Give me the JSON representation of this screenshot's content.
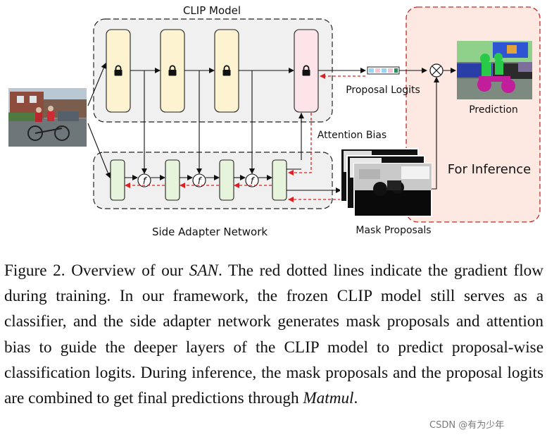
{
  "diagram": {
    "clip_model_label": "CLIP Model",
    "side_adapter_label": "Side Adapter Network",
    "proposal_logits_label": "Proposal Logits",
    "attention_bias_label": "Attention Bias",
    "mask_proposals_label": "Mask Proposals",
    "prediction_label": "Prediction",
    "for_inference_label": "For Inference",
    "fusion_symbol": "f",
    "colors": {
      "clip_block": "#fdf3d0",
      "clip_last_block": "#fde4e8",
      "adapter_block": "#e7f4dc",
      "gradient_arrow": "#e02020",
      "inference_panel": "#fde8e2",
      "inference_border": "#c22a2a"
    },
    "icons": [
      "lock-icon",
      "matmul-icon",
      "fusion-icon"
    ]
  },
  "caption": {
    "prefix": "Figure 2. Overview of our ",
    "san": "SAN",
    "body": ". The red dotted lines indicate the gradient flow during training. In our framework, the frozen CLIP model still serves as a classifier, and the side adapter network generates mask proposals and attention bias to guide the deeper layers of the CLIP model to predict proposal-wise classification logits. During inference, the mask proposals and the proposal logits are combined to get final predictions through ",
    "matmul": "Matmul",
    "end": "."
  },
  "watermark": "CSDN @有为少年"
}
